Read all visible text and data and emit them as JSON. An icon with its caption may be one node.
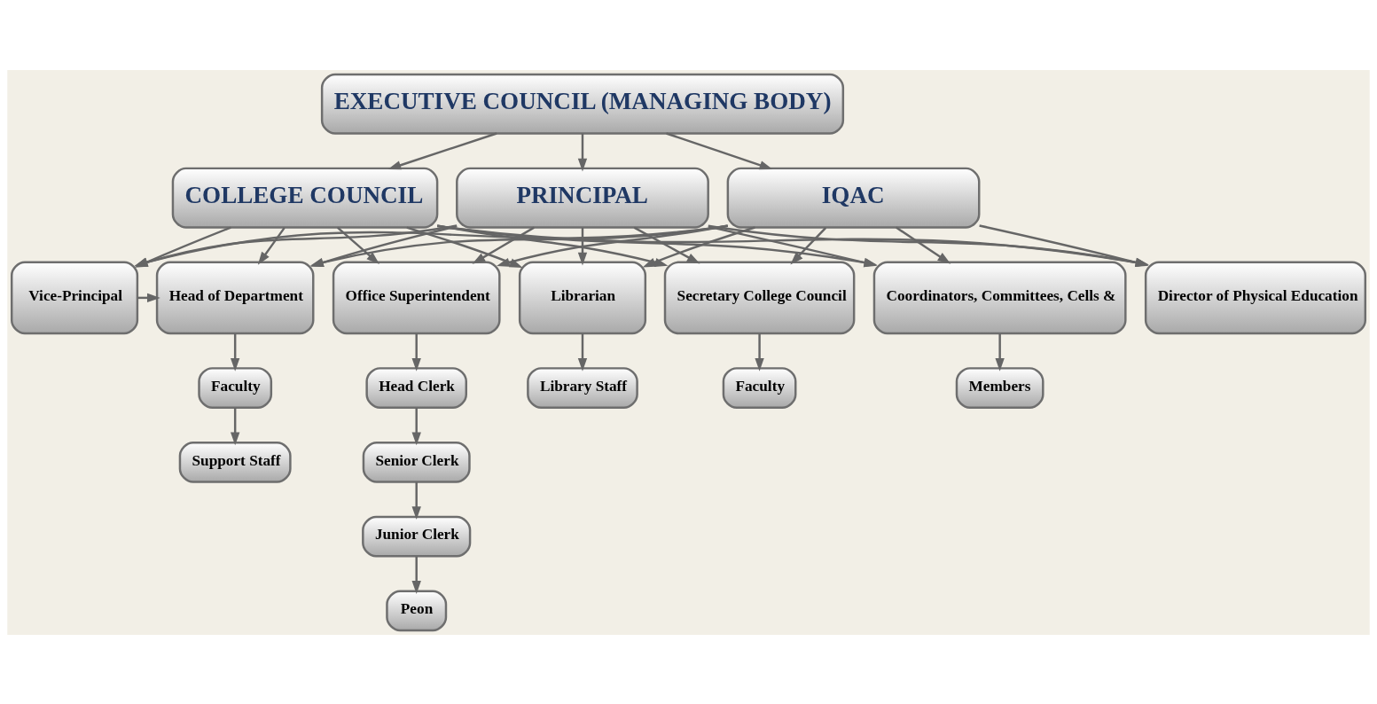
{
  "diagram": {
    "nodes": [
      {
        "text": [
          "EXECUTIVE COUNCIL (MANAGING BODY)"
        ]
      },
      {
        "text": [
          "COLLEGE COUNCIL"
        ]
      },
      {
        "text": [
          "PRINCIPAL"
        ]
      },
      {
        "text": [
          "IQAC"
        ]
      },
      {
        "text": [
          "Vice-Principal"
        ]
      },
      {
        "text": [
          "Head of Department"
        ]
      },
      {
        "text": [
          "Office Superintendent"
        ]
      },
      {
        "text": [
          "Librarian"
        ]
      },
      {
        "text": [
          "Secretary College Council"
        ]
      },
      {
        "text": [
          "Director of Physical Education"
        ]
      },
      {
        "text": [
          "Coordinators, Committees, Cells &"
        ]
      },
      {
        "text": [
          "Faculty"
        ]
      },
      {
        "text": [
          "Support Staff"
        ]
      },
      {
        "text": [
          "Head Clerk"
        ]
      },
      {
        "text": [
          "Senior Clerk"
        ]
      },
      {
        "text": [
          "Junior Clerk"
        ]
      },
      {
        "text": [
          "Peon"
        ]
      },
      {
        "text": [
          "Library Staff"
        ]
      },
      {
        "text": [
          "Faculty"
        ]
      },
      {
        "text": [
          "Members"
        ]
      }
    ],
    "edges": [
      {
        "from": 0,
        "to": 1,
        "arrow": "to"
      },
      {
        "from": 0,
        "to": 2,
        "arrow": "to"
      },
      {
        "from": 0,
        "to": 3,
        "arrow": "to"
      },
      {
        "from": 1,
        "to": 4,
        "arrow": "to"
      },
      {
        "from": 1,
        "to": 5,
        "arrow": "to"
      },
      {
        "from": 1,
        "to": 6,
        "arrow": "to"
      },
      {
        "from": 1,
        "to": 7,
        "arrow": "to"
      },
      {
        "from": 1,
        "to": 8,
        "arrow": "to"
      },
      {
        "from": 1,
        "to": 9,
        "arrow": "to"
      },
      {
        "from": 1,
        "to": 10,
        "arrow": "to"
      },
      {
        "from": 2,
        "to": 4,
        "arrow": "to"
      },
      {
        "from": 2,
        "to": 5,
        "arrow": "to"
      },
      {
        "from": 2,
        "to": 6,
        "arrow": "to"
      },
      {
        "from": 2,
        "to": 7,
        "arrow": "to"
      },
      {
        "from": 2,
        "to": 8,
        "arrow": "to"
      },
      {
        "from": 2,
        "to": 9,
        "arrow": "to"
      },
      {
        "from": 2,
        "to": 10,
        "arrow": "to"
      },
      {
        "from": 3,
        "to": 4,
        "arrow": "to"
      },
      {
        "from": 3,
        "to": 5,
        "arrow": "to"
      },
      {
        "from": 3,
        "to": 6,
        "arrow": "to"
      },
      {
        "from": 3,
        "to": 7,
        "arrow": "to"
      },
      {
        "from": 3,
        "to": 8,
        "arrow": "to"
      },
      {
        "from": 3,
        "to": 9,
        "arrow": "to"
      },
      {
        "from": 3,
        "to": 10,
        "arrow": "to"
      },
      {
        "from": 4,
        "to": 5,
        "arrow": "to"
      },
      {
        "from": 5,
        "to": 11,
        "arrow": "to"
      },
      {
        "from": 11,
        "to": 12,
        "arrow": "to"
      },
      {
        "from": 6,
        "to": 13,
        "arrow": "to"
      },
      {
        "from": 13,
        "to": 14,
        "arrow": "to"
      },
      {
        "from": 14,
        "to": 15,
        "arrow": "to"
      },
      {
        "from": 15,
        "to": 16,
        "arrow": "to"
      },
      {
        "from": 7,
        "to": 17,
        "arrow": "to"
      },
      {
        "from": 8,
        "to": 18,
        "arrow": "to"
      },
      {
        "from": 10,
        "to": 19,
        "arrow": "to"
      }
    ]
  }
}
